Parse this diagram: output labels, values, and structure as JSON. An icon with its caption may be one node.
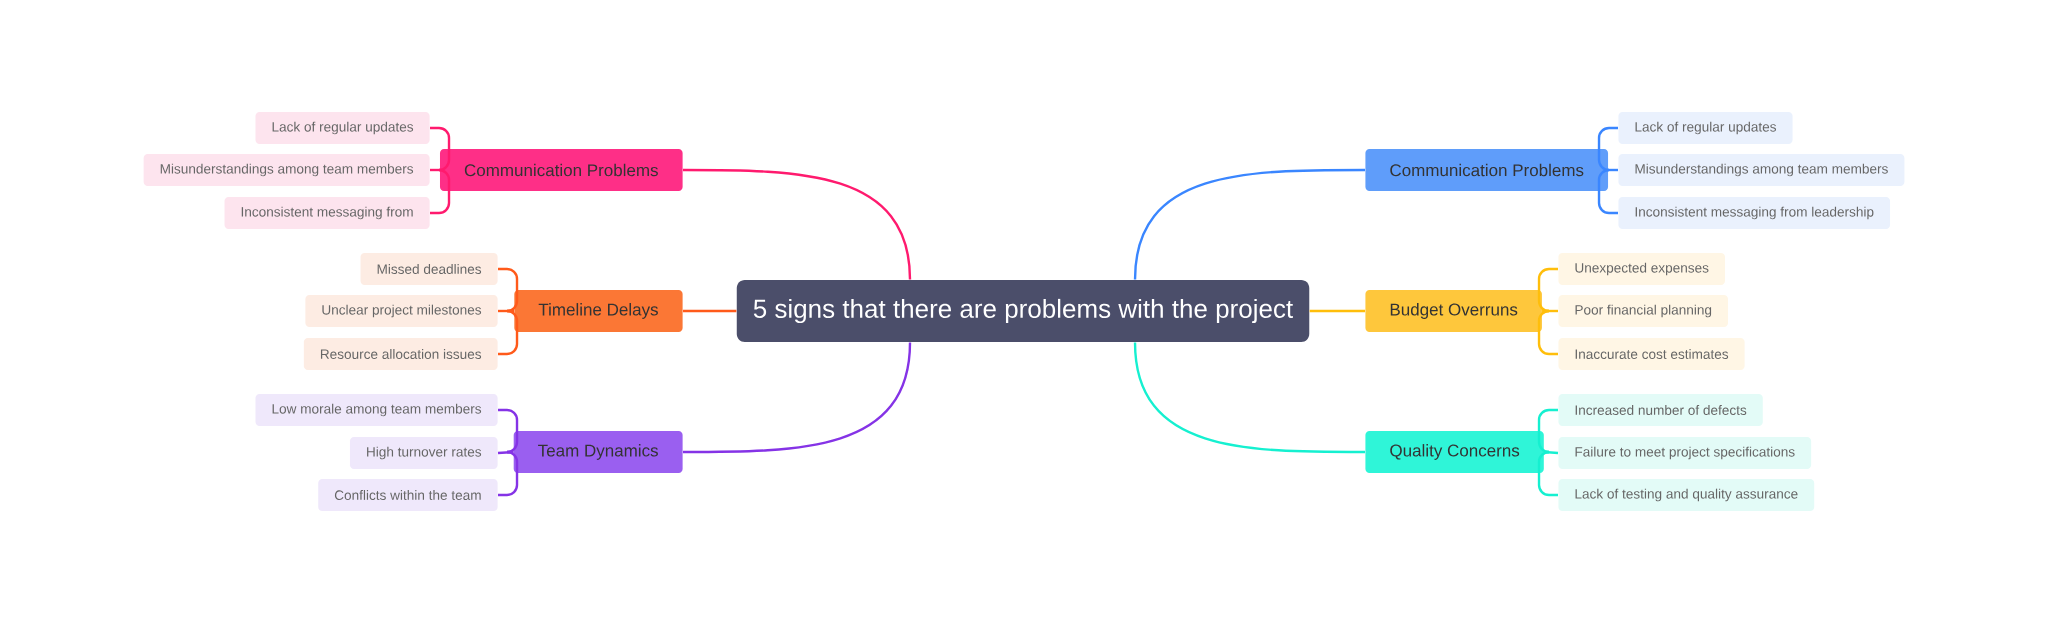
{
  "diagram": {
    "nodes": [
      {
        "text": [
          "5 signs that there are problems with the project"
        ]
      },
      {
        "text": [
          "Communication Problems"
        ]
      },
      {
        "text": [
          "Lack of regular updates"
        ]
      },
      {
        "text": [
          "Misunderstandings among team members"
        ]
      },
      {
        "text": [
          "Inconsistent messaging from"
        ]
      },
      {
        "text": [
          "Timeline Delays"
        ]
      },
      {
        "text": [
          "Missed deadlines"
        ]
      },
      {
        "text": [
          "Unclear project milestones"
        ]
      },
      {
        "text": [
          "Resource allocation issues"
        ]
      },
      {
        "text": [
          "Team Dynamics"
        ]
      },
      {
        "text": [
          "Low morale among team members"
        ]
      },
      {
        "text": [
          "High turnover rates"
        ]
      },
      {
        "text": [
          "Conflicts within the team"
        ]
      },
      {
        "text": [
          "Communication Problems"
        ]
      },
      {
        "text": [
          "Lack of regular updates"
        ]
      },
      {
        "text": [
          "Misunderstandings among team members"
        ]
      },
      {
        "text": [
          "Inconsistent messaging from leadership"
        ]
      },
      {
        "text": [
          "Budget Overruns"
        ]
      },
      {
        "text": [
          "Unexpected expenses"
        ]
      },
      {
        "text": [
          "Poor financial planning"
        ]
      },
      {
        "text": [
          "Inaccurate cost estimates"
        ]
      },
      {
        "text": [
          "Quality Concerns"
        ]
      },
      {
        "text": [
          "Increased number of defects"
        ]
      },
      {
        "text": [
          "Failure to meet project specifications"
        ]
      },
      {
        "text": [
          "Lack of testing and quality assurance"
        ]
      }
    ],
    "edges": [
      {
        "from": 0,
        "to": 1,
        "arrow": "none",
        "color": "#ff1a6e"
      },
      {
        "from": 1,
        "to": 2,
        "arrow": "none",
        "color": "#ff1a6e"
      },
      {
        "from": 1,
        "to": 3,
        "arrow": "none",
        "color": "#ff1a6e"
      },
      {
        "from": 1,
        "to": 4,
        "arrow": "none",
        "color": "#ff1a6e"
      },
      {
        "from": 0,
        "to": 5,
        "arrow": "none",
        "color": "#ff5a1a"
      },
      {
        "from": 5,
        "to": 6,
        "arrow": "none",
        "color": "#ff5a1a"
      },
      {
        "from": 5,
        "to": 7,
        "arrow": "none",
        "color": "#ff5a1a"
      },
      {
        "from": 5,
        "to": 8,
        "arrow": "none",
        "color": "#ff5a1a"
      },
      {
        "from": 0,
        "to": 9,
        "arrow": "none",
        "color": "#8533e6"
      },
      {
        "from": 9,
        "to": 10,
        "arrow": "none",
        "color": "#8533e6"
      },
      {
        "from": 9,
        "to": 11,
        "arrow": "none",
        "color": "#8533e6"
      },
      {
        "from": 9,
        "to": 12,
        "arrow": "none",
        "color": "#8533e6"
      },
      {
        "from": 0,
        "to": 13,
        "arrow": "none",
        "color": "#3a86ff"
      },
      {
        "from": 13,
        "to": 14,
        "arrow": "none",
        "color": "#3a86ff"
      },
      {
        "from": 13,
        "to": 15,
        "arrow": "none",
        "color": "#3a86ff"
      },
      {
        "from": 13,
        "to": 16,
        "arrow": "none",
        "color": "#3a86ff"
      },
      {
        "from": 0,
        "to": 17,
        "arrow": "none",
        "color": "#ffbe0b"
      },
      {
        "from": 17,
        "to": 18,
        "arrow": "none",
        "color": "#ffbe0b"
      },
      {
        "from": 17,
        "to": 19,
        "arrow": "none",
        "color": "#ffbe0b"
      },
      {
        "from": 17,
        "to": 20,
        "arrow": "none",
        "color": "#ffbe0b"
      },
      {
        "from": 0,
        "to": 21,
        "arrow": "none",
        "color": "#15f0d0"
      },
      {
        "from": 21,
        "to": 22,
        "arrow": "none",
        "color": "#15f0d0"
      },
      {
        "from": 21,
        "to": 23,
        "arrow": "none",
        "color": "#15f0d0"
      },
      {
        "from": 21,
        "to": 24,
        "arrow": "none",
        "color": "#15f0d0"
      }
    ]
  }
}
